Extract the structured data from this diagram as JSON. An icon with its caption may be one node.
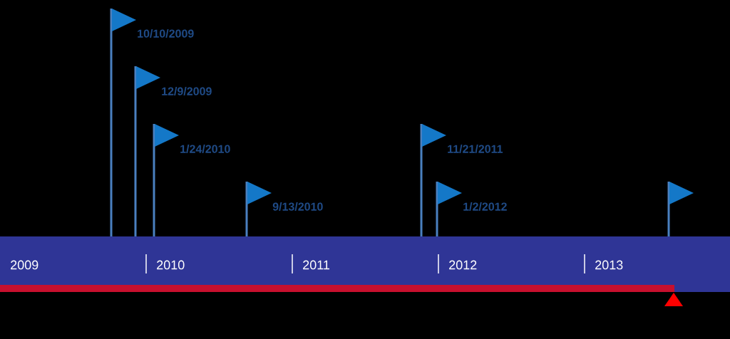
{
  "diagram": {
    "nodes": [
      {
        "text": [],
        "shape": "flag",
        "beside": [
          "10/10/2009"
        ]
      },
      {
        "text": [],
        "shape": "flag",
        "beside": [
          "12/9/2009"
        ]
      },
      {
        "text": [],
        "shape": "flag",
        "beside": [
          "1/24/2010"
        ]
      },
      {
        "text": [],
        "shape": "flag",
        "beside": [
          "9/13/2010"
        ]
      },
      {
        "text": [],
        "shape": "flag",
        "beside": [
          "11/21/2011"
        ]
      },
      {
        "text": [],
        "shape": "flag",
        "beside": [
          "1/2/2012"
        ]
      },
      {
        "text": [],
        "shape": "flag"
      }
    ],
    "labels": [
      "2009",
      "2010",
      "2011",
      "2012",
      "2013"
    ]
  }
}
